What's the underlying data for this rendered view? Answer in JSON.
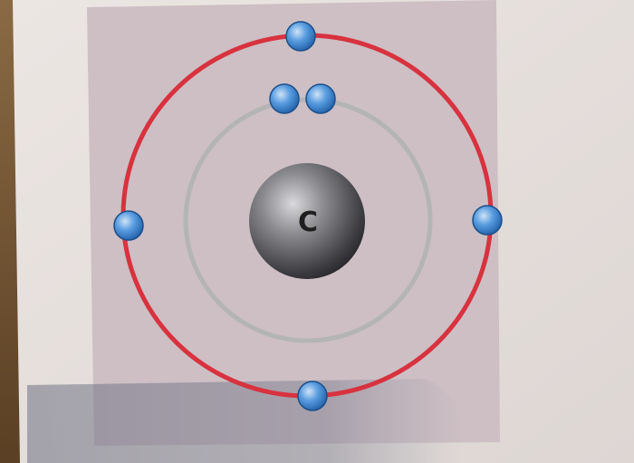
{
  "diagram": {
    "nucleus_symbol": "C",
    "shells": [
      {
        "shell": 1,
        "electron_count": 2,
        "color": "#b4b4b4"
      },
      {
        "shell": 2,
        "electron_count": 4,
        "color": "#d8323f"
      }
    ],
    "colors": {
      "page_paper": "#e9e4e2",
      "panel": "#cfc1c6",
      "electron": "#4b8fd6",
      "nucleus": "#5f5f62"
    }
  }
}
